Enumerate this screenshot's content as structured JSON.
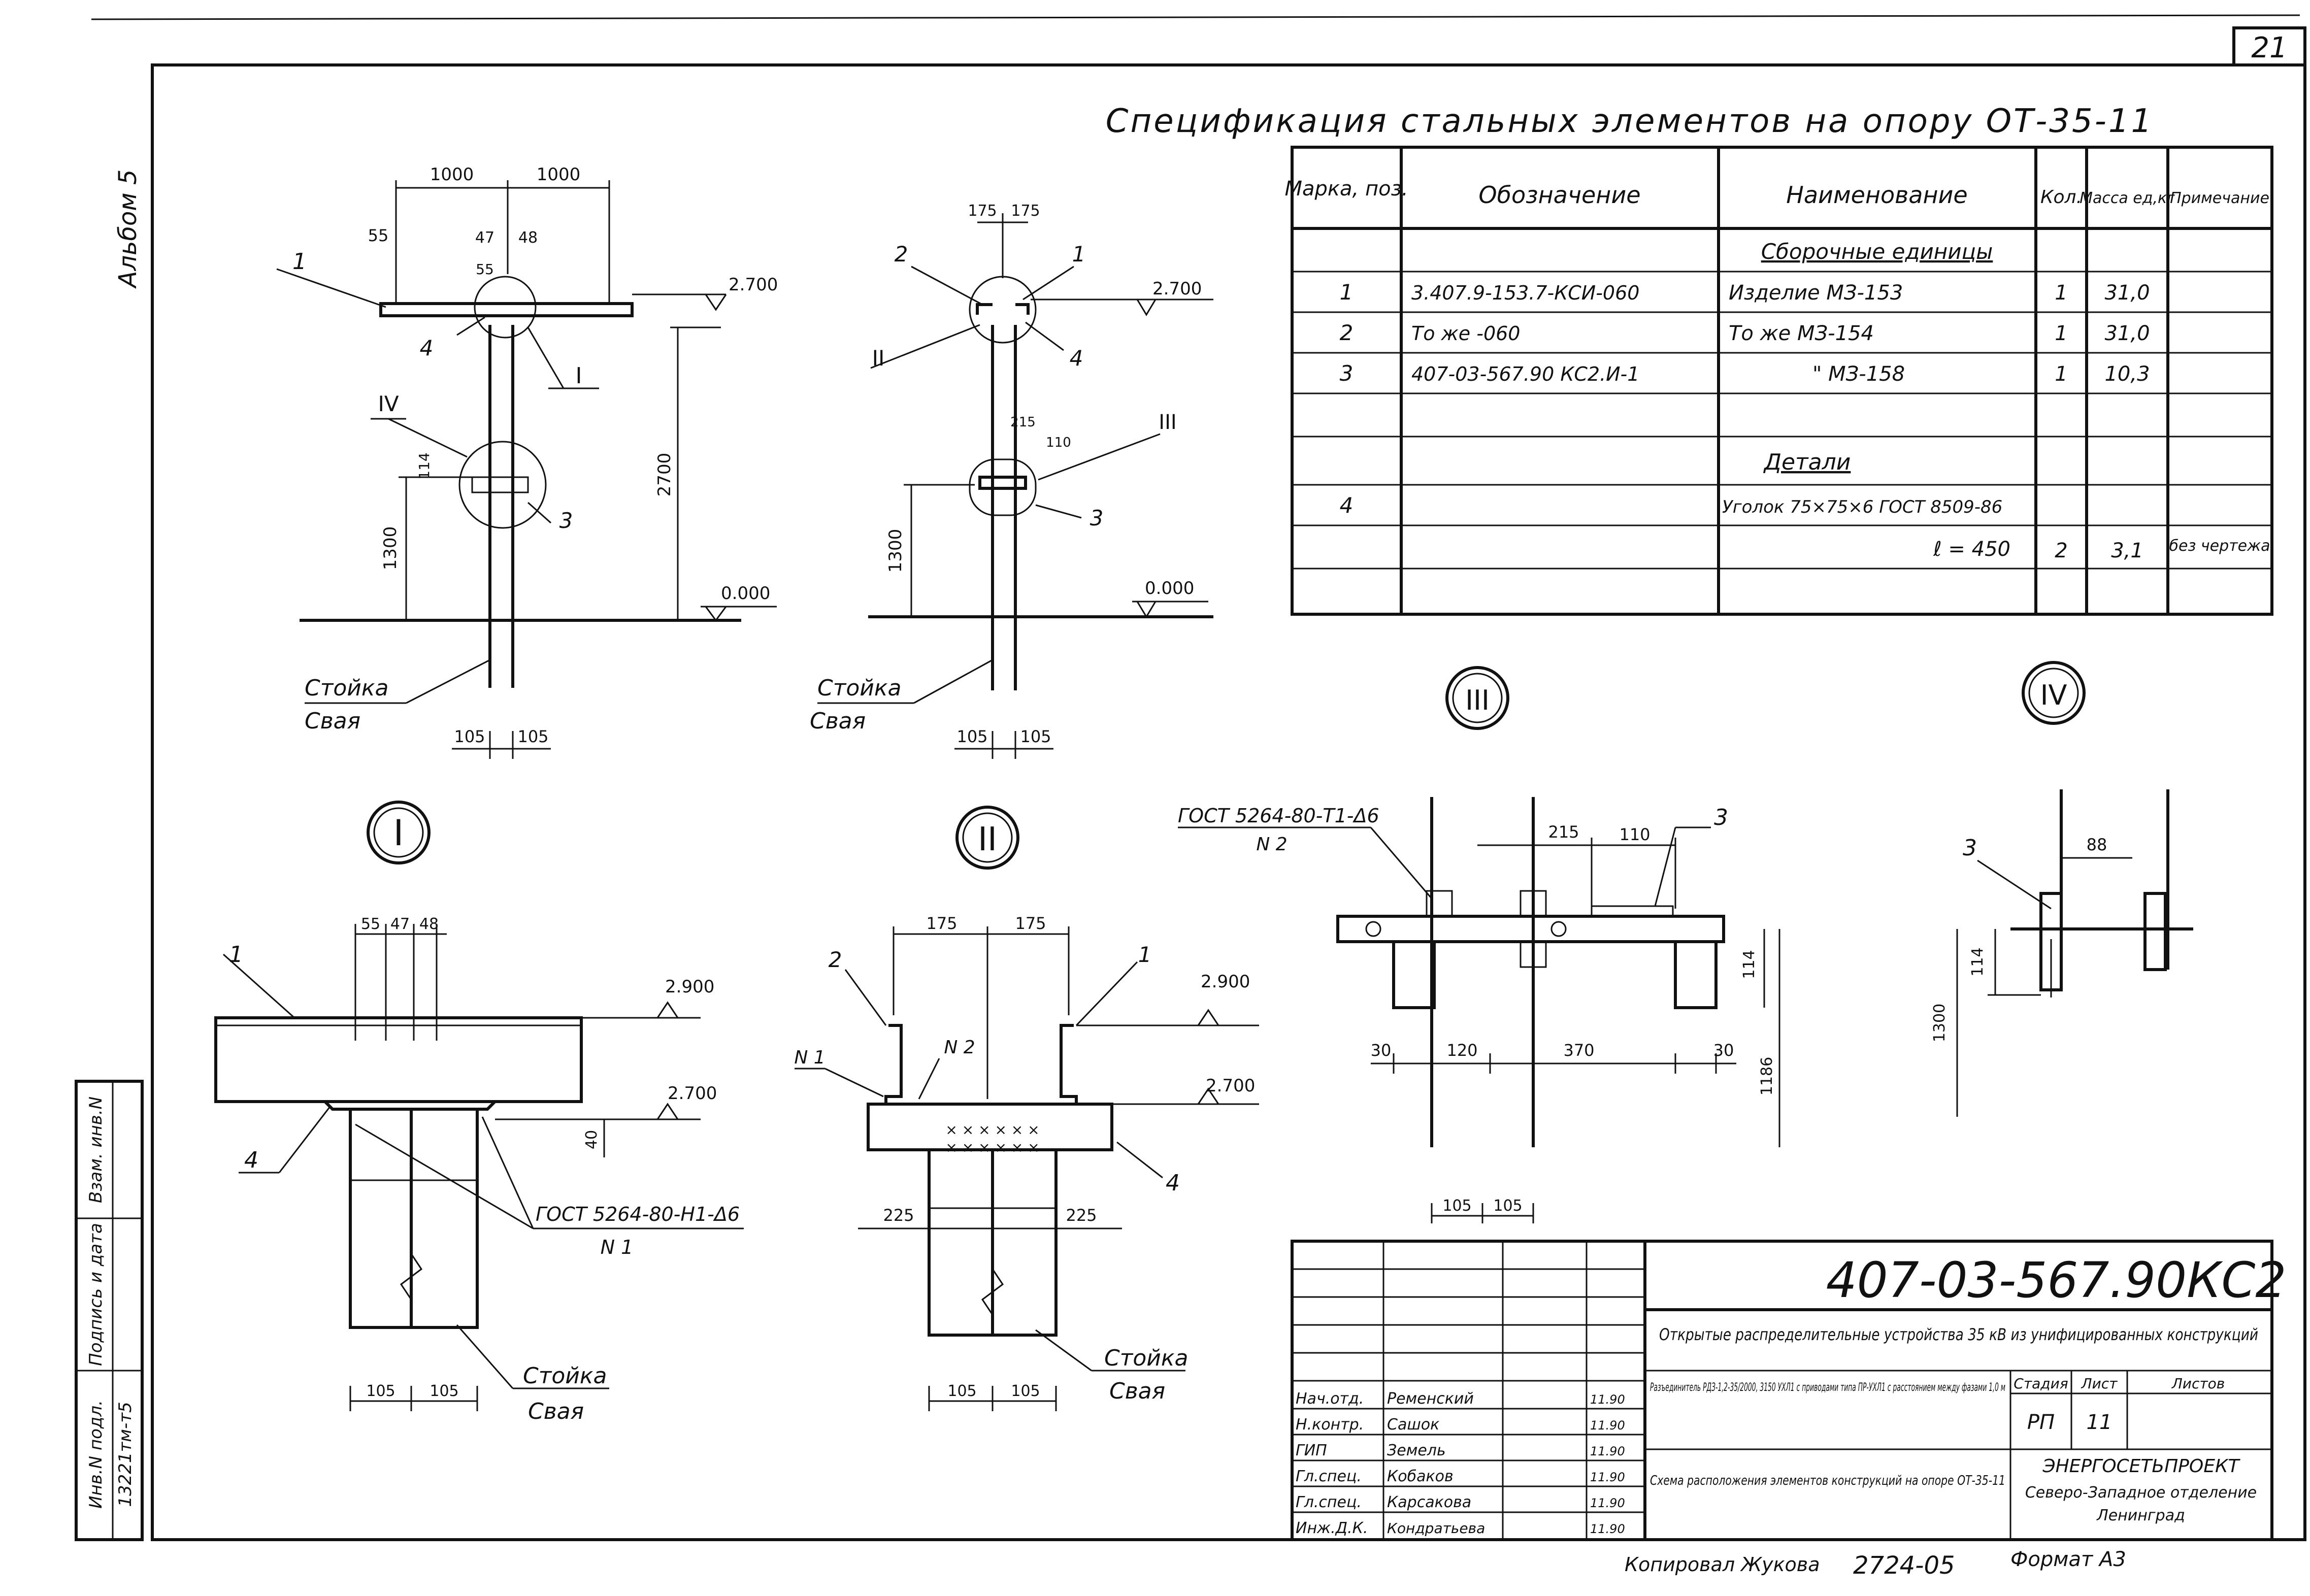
{
  "sheet": {
    "number": "21",
    "album": "Альбом 5",
    "copied_by": "Копировал Жукова",
    "copy_number": "2724-05",
    "format": "Формат А3"
  },
  "left_strip": {
    "cells": [
      "Взам. инв.N",
      "Подпись и дата",
      "Инв.N подл.",
      "13221тм-т5"
    ]
  },
  "spec": {
    "title": "Спецификация стальных элементов на опору ОТ-35-11",
    "headers": [
      "Марка, поз.",
      "Обозначение",
      "Наименование",
      "Кол.",
      "Масса ед,кг",
      "Примечание"
    ],
    "rows": [
      {
        "pos": "",
        "code": "",
        "name": "Сборочные единицы",
        "qty": "",
        "mass": "",
        "note": ""
      },
      {
        "pos": "1",
        "code": "3.407.9-153.7-КСИ-060",
        "name": "Изделие МЗ-153",
        "qty": "1",
        "mass": "31,0",
        "note": ""
      },
      {
        "pos": "2",
        "code": "То же -060",
        "name": "То же МЗ-154",
        "qty": "1",
        "mass": "31,0",
        "note": ""
      },
      {
        "pos": "3",
        "code": "407-03-567.90 КС2.И-1",
        "name": "\" МЗ-158",
        "qty": "1",
        "mass": "10,3",
        "note": ""
      },
      {
        "pos": "",
        "code": "",
        "name": "",
        "qty": "",
        "mass": "",
        "note": ""
      },
      {
        "pos": "",
        "code": "",
        "name": "Детали",
        "qty": "",
        "mass": "",
        "note": ""
      },
      {
        "pos": "4",
        "code": "",
        "name": "Уголок 75×75×6 ГОСТ 8509-86",
        "qty": "",
        "mass": "",
        "note": ""
      },
      {
        "pos": "",
        "code": "",
        "name": "ℓ = 450",
        "qty": "2",
        "mass": "3,1",
        "note": "без чертежа"
      },
      {
        "pos": "",
        "code": "",
        "name": "",
        "qty": "",
        "mass": "",
        "note": ""
      }
    ]
  },
  "view1": {
    "dims": [
      "1000",
      "1000",
      "55",
      "47",
      "48",
      "55",
      "2700",
      "1300",
      "114",
      "105",
      "105"
    ],
    "levels": [
      "2.700",
      "0.000"
    ],
    "callouts": [
      "1",
      "4",
      "I",
      "IV",
      "3"
    ],
    "labels": [
      "Стойка",
      "Свая"
    ]
  },
  "view2": {
    "dims": [
      "175",
      "175",
      "215",
      "110",
      "1300",
      "105",
      "105"
    ],
    "levels": [
      "2.700",
      "0.000"
    ],
    "callouts": [
      "2",
      "1",
      "II",
      "4",
      "III",
      "3"
    ],
    "labels": [
      "Стойка",
      "Свая"
    ]
  },
  "nodes": {
    "n1": {
      "mark": "I",
      "dims": [
        "55",
        "47",
        "48",
        "40",
        "105",
        "105"
      ],
      "levels": [
        "2.900",
        "2.700"
      ],
      "callouts": [
        "1",
        "4"
      ],
      "weld": "ГОСТ 5264-80-Н1-Δ6",
      "weld_no": "N 1",
      "labels": [
        "Стойка",
        "Свая"
      ]
    },
    "n2": {
      "mark": "II",
      "dims": [
        "175",
        "175",
        "225",
        "225",
        "105",
        "105"
      ],
      "levels": [
        "2.900",
        "2.700"
      ],
      "callouts": [
        "2",
        "1",
        "N 1",
        "N 2",
        "4"
      ],
      "labels": [
        "Стойка",
        "Свая"
      ]
    },
    "n3": {
      "mark": "III",
      "weld": "ГОСТ 5264-80-Т1-Δ6",
      "weld_no": "N 2",
      "dims": [
        "215",
        "110",
        "114",
        "30",
        "120",
        "370",
        "30",
        "1186",
        "105",
        "105"
      ],
      "callouts": [
        "3"
      ]
    },
    "n4": {
      "mark": "IV",
      "dims": [
        "88",
        "114",
        "1300"
      ],
      "callouts": [
        "3"
      ]
    }
  },
  "title_block": {
    "code": "407-03-567.90КС2",
    "project": "Открытые распределительные устройства 35 кВ из унифицированных конструкций",
    "object": "Разъединитель РДЗ-1,2-35/2000, 3150 УХЛ1 с приводами типа ПР-УХЛ1 с расстоянием между фазами 1,0 м",
    "sheet_title": "Схема расположения элементов конструкций на опоре ОТ-35-11",
    "stage_label": "Стадия",
    "sheet_label": "Лист",
    "sheets_label": "Листов",
    "stage": "РП",
    "sheet": "11",
    "sheets": "",
    "org": "ЭНЕРГОСЕТЬПРОЕКТ",
    "org2": "Северо-Западное отделение",
    "city": "Ленинград",
    "staff": [
      {
        "role": "Нач.отд.",
        "name": "Ременский",
        "date": "11.90"
      },
      {
        "role": "Н.контр.",
        "name": "Сашок",
        "date": "11.90"
      },
      {
        "role": "ГИП",
        "name": "Земель",
        "date": "11.90"
      },
      {
        "role": "Гл.спец.",
        "name": "Кобаков",
        "date": "11.90"
      },
      {
        "role": "Гл.спец.",
        "name": "Карсакова",
        "date": "11.90"
      },
      {
        "role": "Инж.Д.К.",
        "name": "Кондратьева",
        "date": "11.90"
      }
    ]
  }
}
